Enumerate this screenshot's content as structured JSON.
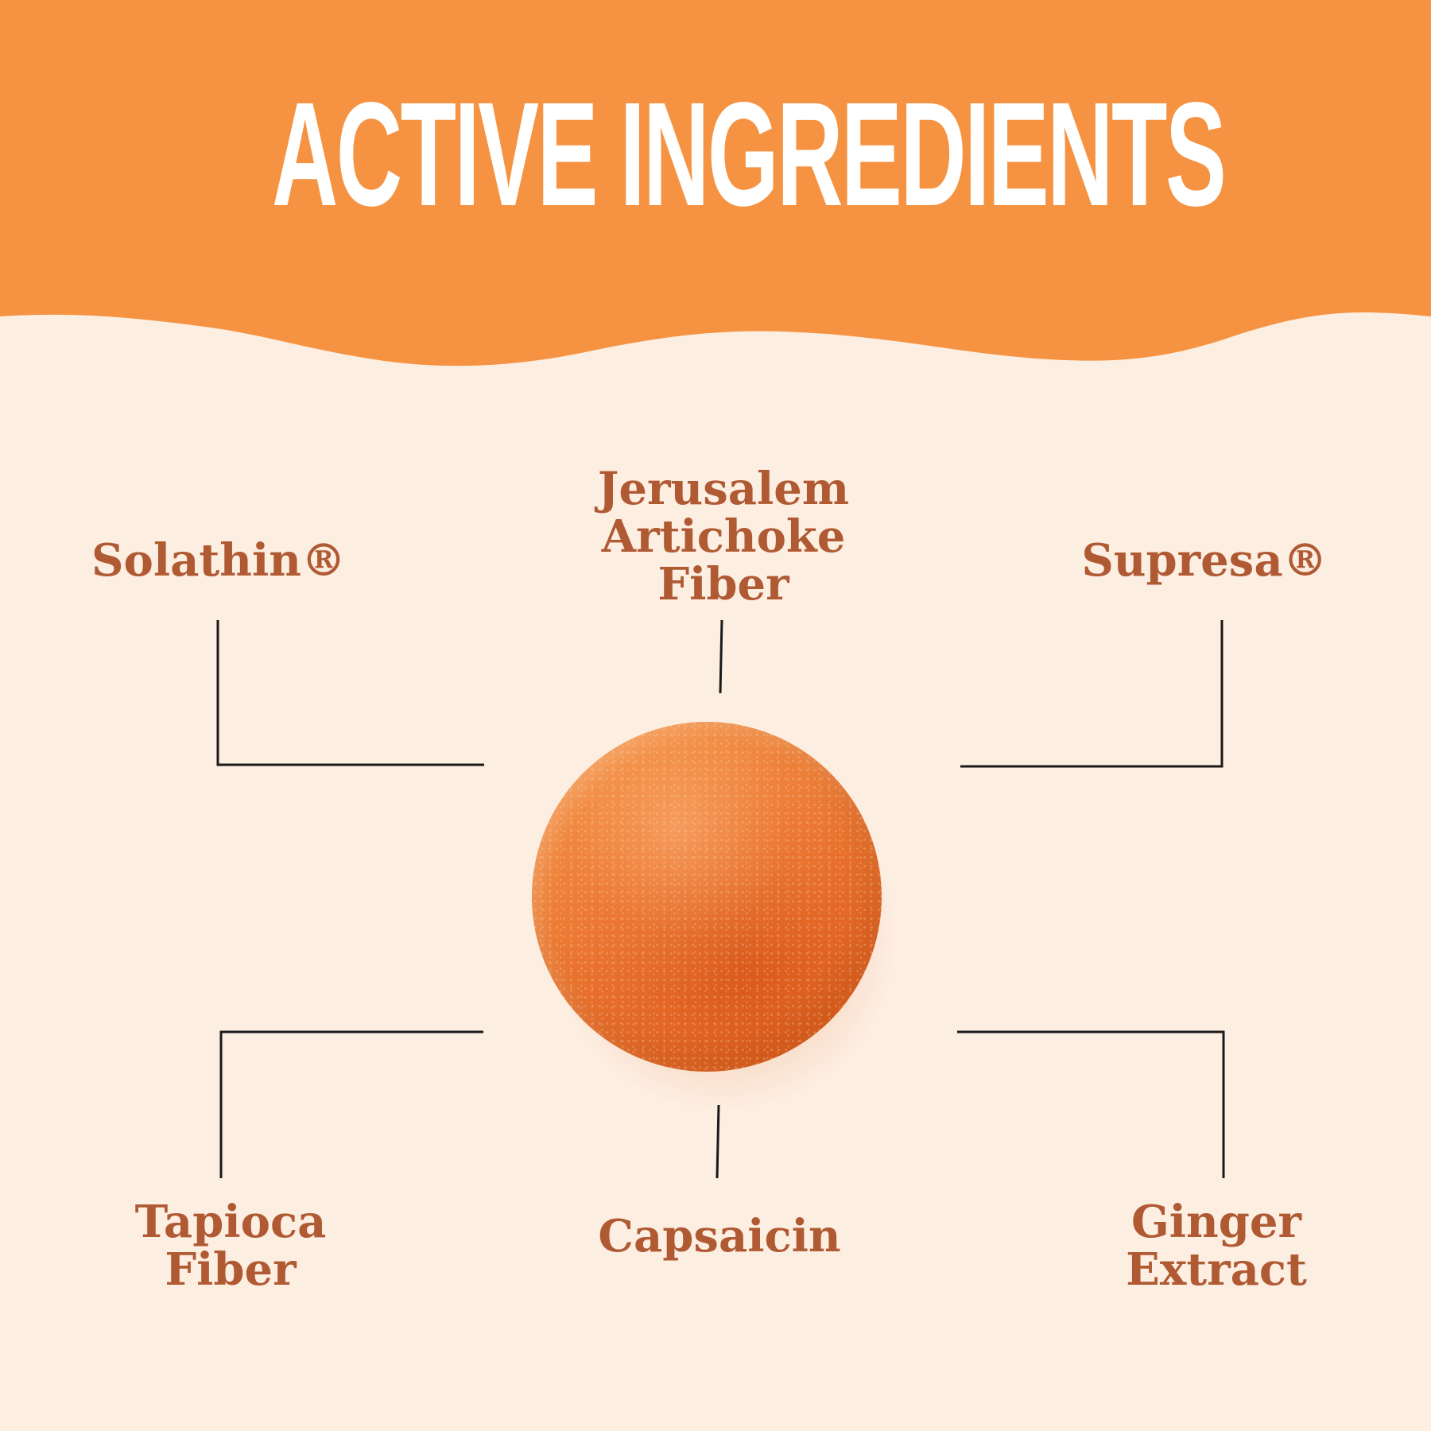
{
  "title": "ACTIVE INGREDIENTS",
  "colors": {
    "banner": "#f59342",
    "background": "#fdeee2",
    "title_text": "#ffffff",
    "label_text": "#b05a34",
    "connector": "#1a1a1a",
    "gummy": "#e9702c"
  },
  "ingredients": {
    "solathin": {
      "lines": [
        "Solathin®"
      ]
    },
    "jerusalem_artichoke_fiber": {
      "lines": [
        "Jerusalem",
        "Artichoke",
        "Fiber"
      ]
    },
    "supresa": {
      "lines": [
        "Supresa®"
      ]
    },
    "tapioca_fiber": {
      "lines": [
        "Tapioca",
        "Fiber"
      ]
    },
    "capsaicin": {
      "lines": [
        "Capsaicin"
      ]
    },
    "ginger_extract": {
      "lines": [
        "Ginger",
        "Extract"
      ]
    }
  }
}
